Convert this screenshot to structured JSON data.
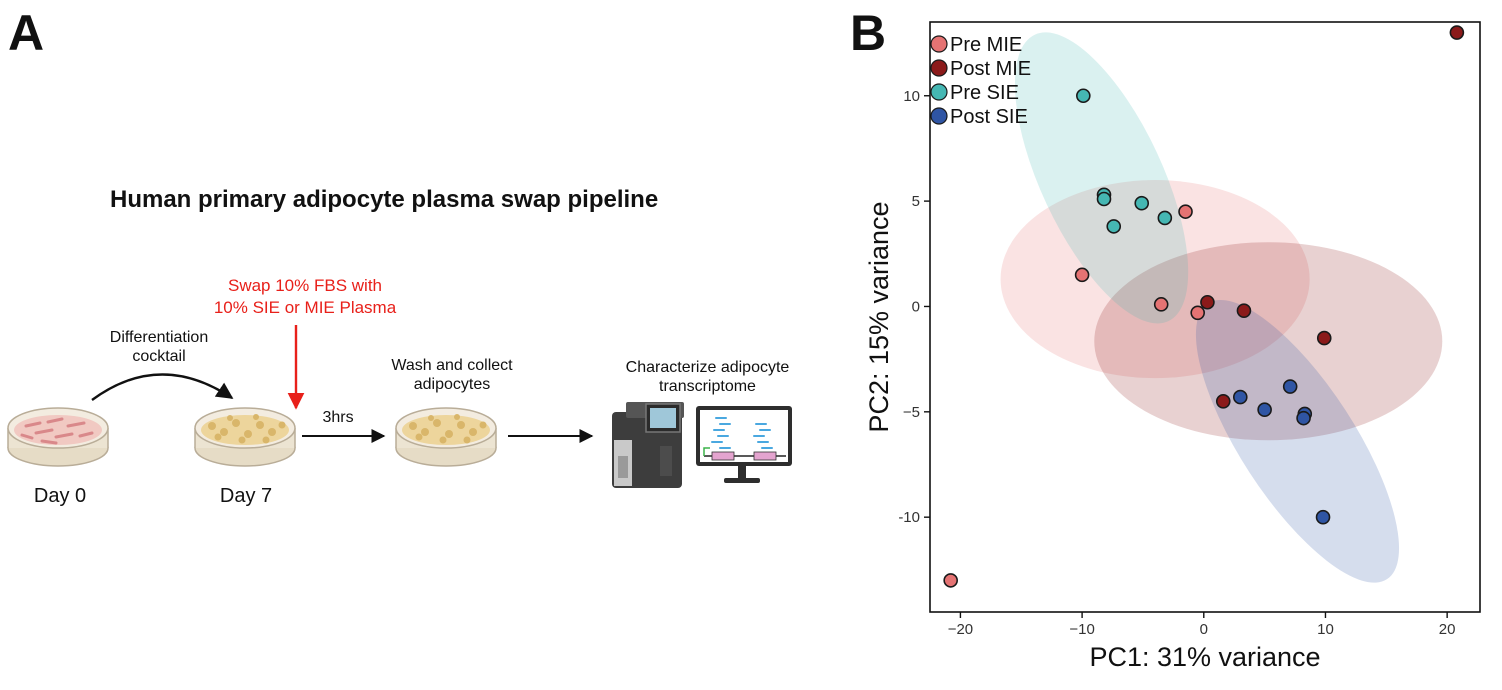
{
  "panels": {
    "a": "A",
    "b": "B"
  },
  "pipeline": {
    "title": "Human primary adipocyte plasma swap pipeline",
    "differentiation": "Differentiation cocktail",
    "swap_line1": "Swap 10% FBS with",
    "swap_line2": "10% SIE or MIE Plasma",
    "wash": "Wash and collect adipocytes",
    "characterize": "Characterize adipocyte transcriptome",
    "duration": "3hrs",
    "day0": "Day 0",
    "day7": "Day 7"
  },
  "colors": {
    "pre_mie": "#e57373",
    "post_mie": "#8b1a1a",
    "pre_sie": "#45b7b3",
    "post_sie": "#2f55a4",
    "arrow_red": "#e8201a"
  },
  "chart_data": {
    "type": "scatter",
    "xlabel": "PC1: 31% variance",
    "ylabel": "PC2: 15% variance",
    "xlim": [
      -22.5,
      22.7
    ],
    "ylim": [
      -14.5,
      13.5
    ],
    "xticks": [
      -20,
      -10,
      0,
      10,
      20
    ],
    "xtick_labels": [
      "−20",
      "−10",
      "0",
      "10",
      "20"
    ],
    "yticks": [
      10,
      5,
      0,
      -5,
      -10
    ],
    "ytick_labels": [
      "10",
      "5",
      "0",
      "−5",
      "-10"
    ],
    "grid": false,
    "legend_position": "top-left",
    "series": [
      {
        "name": "Pre MIE",
        "color": "#e57373",
        "points": [
          [
            -20.8,
            -13
          ],
          [
            -10,
            1.5
          ],
          [
            -3.5,
            0.1
          ],
          [
            -0.5,
            -0.3
          ],
          [
            -1.5,
            4.5
          ]
        ],
        "ellipse": {
          "cx": -4,
          "cy": 1.3,
          "rx": 12.7,
          "ry": 4.7,
          "angle": 0
        }
      },
      {
        "name": "Post MIE",
        "color": "#8b1a1a",
        "points": [
          [
            20.8,
            13
          ],
          [
            0.3,
            0.2
          ],
          [
            3.3,
            -0.2
          ],
          [
            9.9,
            -1.5
          ],
          [
            1.6,
            -4.5
          ]
        ],
        "ellipse": {
          "cx": 5.3,
          "cy": -1.65,
          "rx": 14.3,
          "ry": 4.7,
          "angle": 0
        }
      },
      {
        "name": "Pre SIE",
        "color": "#45b7b3",
        "points": [
          [
            -9.9,
            10
          ],
          [
            -8.2,
            5.3
          ],
          [
            -8.2,
            5.1
          ],
          [
            -5.1,
            4.9
          ],
          [
            -3.2,
            4.2
          ],
          [
            -7.4,
            3.8
          ]
        ],
        "ellipse": {
          "cx": -8.4,
          "cy": 6.1,
          "rx": 5.0,
          "ry": 7.5,
          "angle": -25
        }
      },
      {
        "name": "Post SIE",
        "color": "#2f55a4",
        "points": [
          [
            3,
            -4.3
          ],
          [
            5,
            -4.9
          ],
          [
            7.1,
            -3.8
          ],
          [
            8.3,
            -5.1
          ],
          [
            8.2,
            -5.3
          ],
          [
            9.8,
            -10
          ]
        ],
        "ellipse": {
          "cx": 7.7,
          "cy": -6.4,
          "rx": 4.7,
          "ry": 7.8,
          "angle": -33
        }
      }
    ]
  }
}
